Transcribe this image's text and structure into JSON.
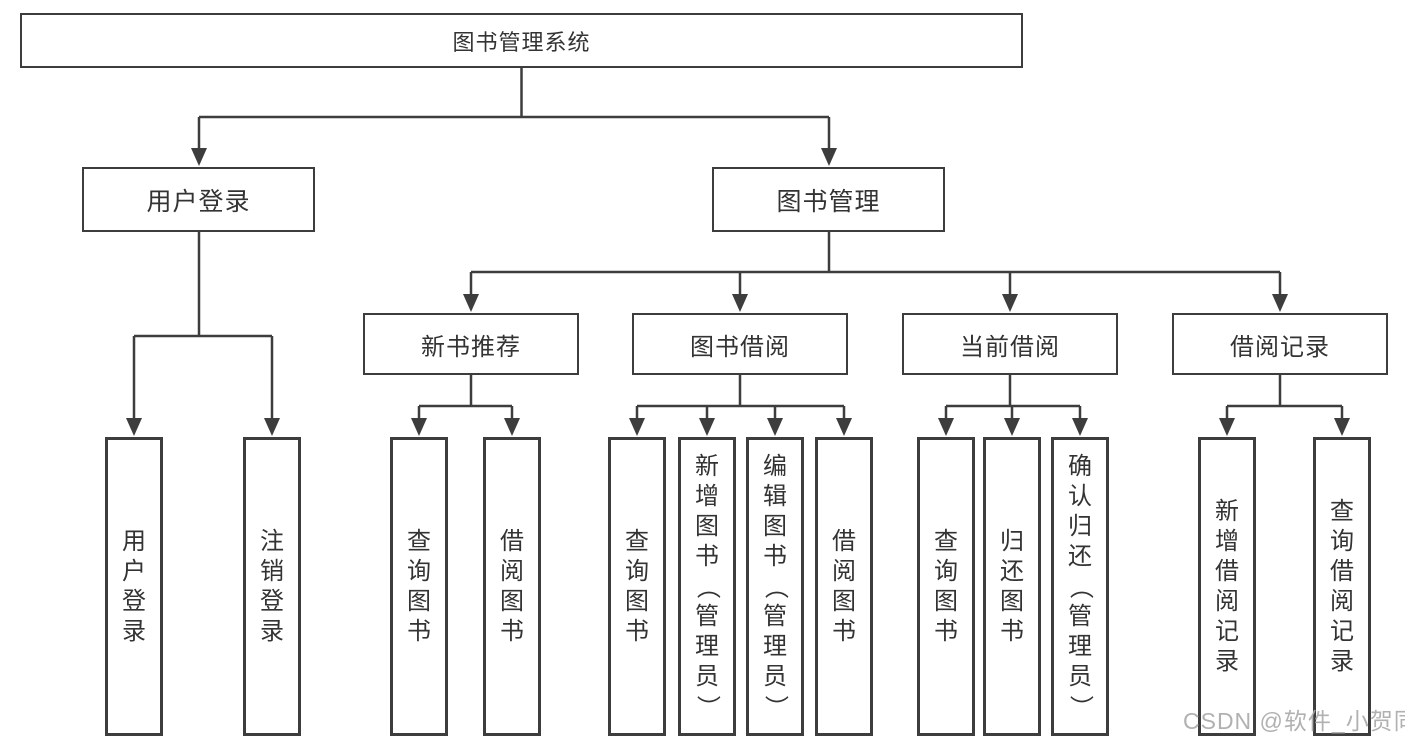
{
  "diagram": {
    "root": {
      "label": "图书管理系统"
    },
    "level2": [
      {
        "label": "用户登录"
      },
      {
        "label": "图书管理"
      }
    ],
    "level3": [
      {
        "label": "新书推荐"
      },
      {
        "label": "图书借阅"
      },
      {
        "label": "当前借阅"
      },
      {
        "label": "借阅记录"
      }
    ],
    "leaves": {
      "user_login": [
        "用户登录",
        "注销登录"
      ],
      "new_books": [
        "查询图书",
        "借阅图书"
      ],
      "book_borrow": [
        "查询图书",
        "新增图书（管理员）",
        "编辑图书（管理员）",
        "借阅图书"
      ],
      "current_borrow": [
        "查询图书",
        "归还图书",
        "确认归还（管理员）"
      ],
      "borrow_records": [
        "新增借阅记录",
        "查询借阅记录"
      ]
    }
  },
  "watermark": {
    "text": "CSDN @软件_小贺同学"
  },
  "colors": {
    "line": "#3d3d3d",
    "text": "#333333",
    "watermark": "#a9a9a9"
  }
}
